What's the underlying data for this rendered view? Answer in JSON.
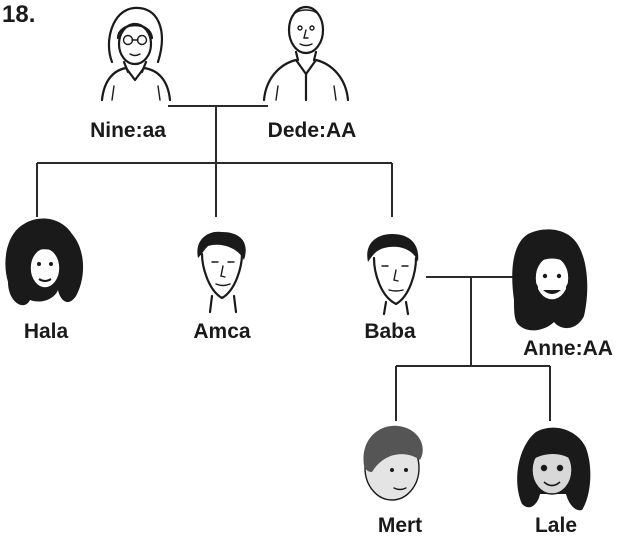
{
  "question_number": "18.",
  "people": {
    "grandmother": "Nine:aa",
    "grandfather": "Dede:AA",
    "aunt": "Hala",
    "uncle": "Amca",
    "father": "Baba",
    "mother": "Anne:AA",
    "son": "Mert",
    "daughter": "Lale"
  },
  "icons": [
    "grandmother-portrait-icon",
    "grandfather-portrait-icon",
    "aunt-portrait-icon",
    "uncle-portrait-icon",
    "father-portrait-icon",
    "mother-portrait-icon",
    "son-portrait-icon",
    "daughter-portrait-icon"
  ]
}
